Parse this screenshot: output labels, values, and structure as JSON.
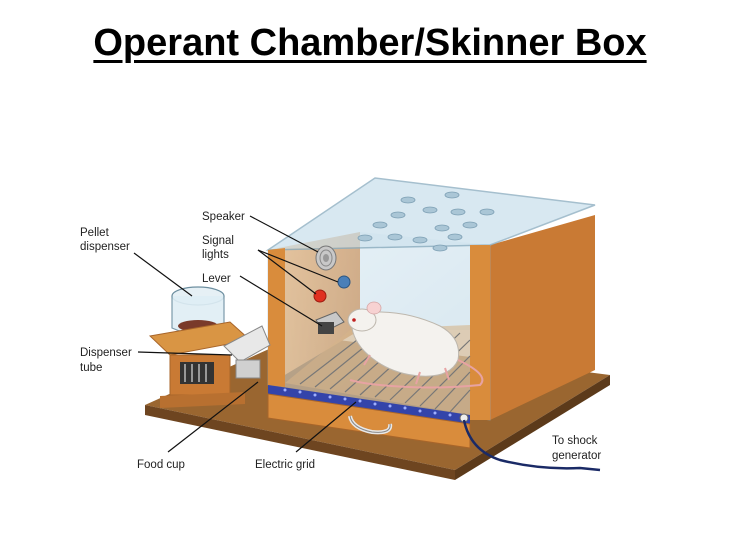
{
  "title": "Operant Chamber/Skinner Box",
  "labels": {
    "speaker": "Speaker",
    "signal_1": "Signal",
    "signal_2": "lights",
    "lever": "Lever",
    "pellet_1": "Pellet",
    "pellet_2": "dispenser",
    "dispenser_1": "Dispenser",
    "dispenser_2": "tube",
    "food_cup": "Food cup",
    "electric_grid": "Electric grid",
    "shock_1": "To shock",
    "shock_2": "generator"
  },
  "colors": {
    "wood": "#d98c3c",
    "wood_dark": "#b8692a",
    "base": "#8a5a2b",
    "glass": "#cfe3ee",
    "signal_red": "#e03020",
    "signal_blue": "#4a7fb8",
    "grid_blue": "#3344aa"
  }
}
